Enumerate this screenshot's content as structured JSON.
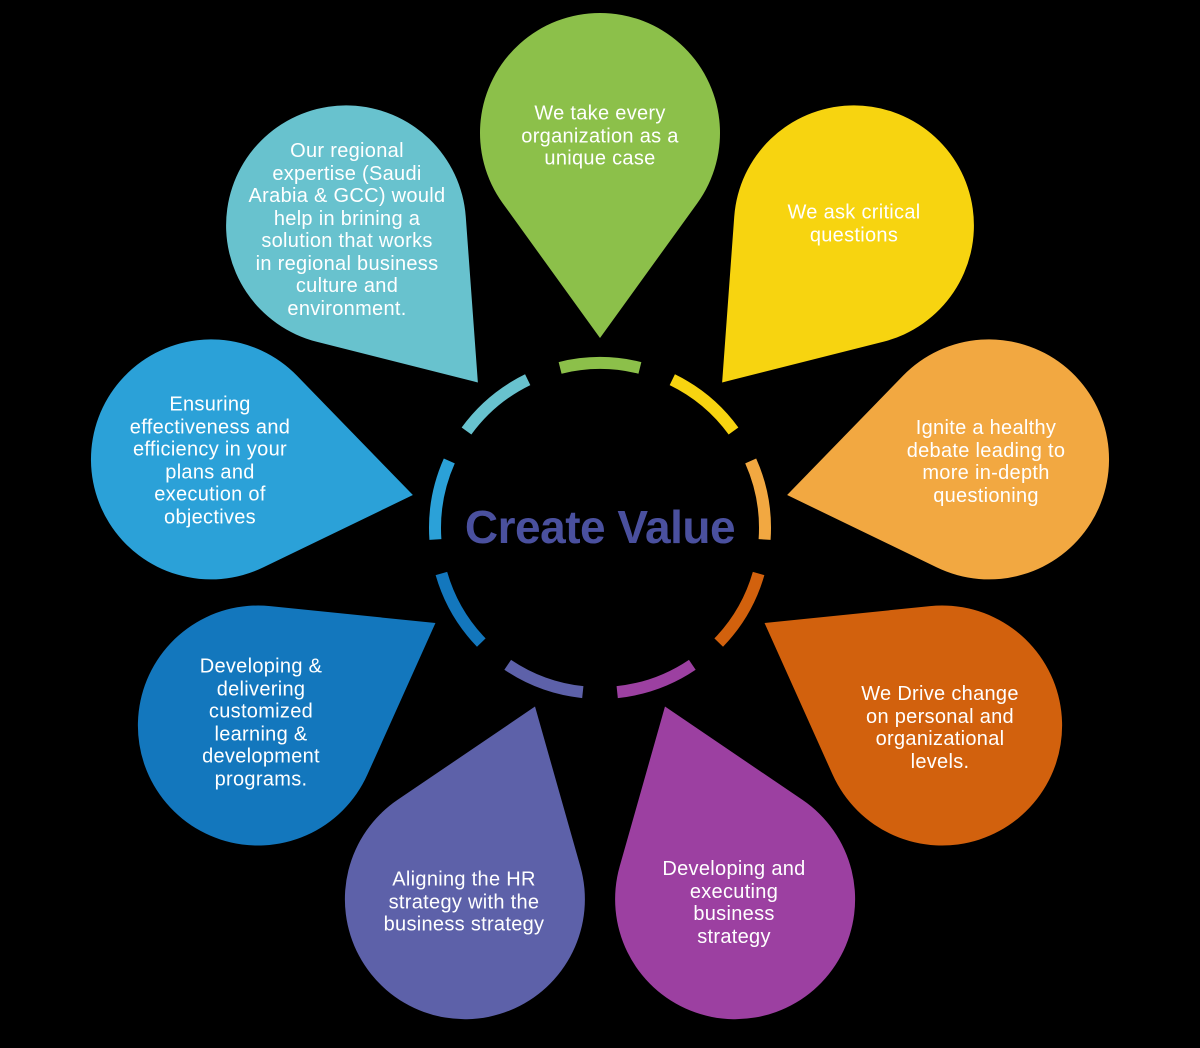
{
  "background_color": "#000000",
  "center": {
    "label": "Create Value",
    "text_color": "#4A509E"
  },
  "petals": [
    {
      "id": "unique-case",
      "angle_deg": 0,
      "color": "#8CC04A",
      "text": "We take every\norganization as a\nunique case"
    },
    {
      "id": "critical-questions",
      "angle_deg": 40,
      "color": "#F7D410",
      "text": "We ask critical\nquestions"
    },
    {
      "id": "healthy-debate",
      "angle_deg": 80,
      "color": "#F2A841",
      "text": "Ignite a healthy\ndebate leading to\nmore in-depth\nquestioning"
    },
    {
      "id": "drive-change",
      "angle_deg": 120,
      "color": "#D2610D",
      "text": "We Drive change\non personal and\norganizational\nlevels."
    },
    {
      "id": "business-strategy",
      "angle_deg": 160,
      "color": "#9C40A1",
      "text": "Developing and\nexecuting\nbusiness\nstrategy"
    },
    {
      "id": "hr-strategy",
      "angle_deg": 200,
      "color": "#5D61A9",
      "text": "Aligning the HR\nstrategy with the\nbusiness strategy"
    },
    {
      "id": "learning-programs",
      "angle_deg": 240,
      "color": "#1377BD",
      "text": "Developing &\ndelivering\ncustomized\nlearning &\ndevelopment\nprograms."
    },
    {
      "id": "effectiveness",
      "angle_deg": 280,
      "color": "#2BA1D8",
      "text": "Ensuring\neffectiveness and\nefficiency in your\nplans and\nexecution of\nobjectives"
    },
    {
      "id": "regional-expertise",
      "angle_deg": 320,
      "color": "#68C2CE",
      "text": "Our regional\nexpertise (Saudi\nArabia & GCC) would\nhelp in brining a\nsolution that works\nin regional business\nculture and\nenvironment."
    }
  ]
}
